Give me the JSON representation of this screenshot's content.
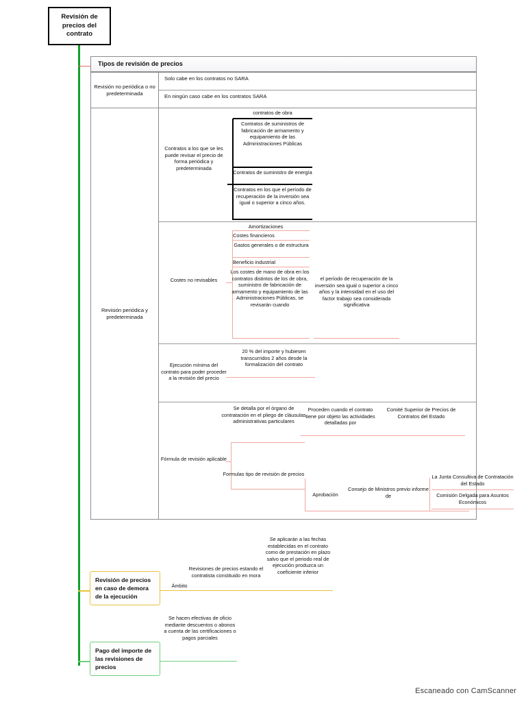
{
  "root": {
    "title": "Revisión de precios del contrato"
  },
  "table": {
    "header": "Tipos de revisión de precios",
    "rows": [
      {
        "left": "Revisión no periódica o no predeterminada",
        "items": [
          "Solo cabe en los contratos no SARA",
          "En ningún caso cabe en los contratos SARA"
        ]
      },
      {
        "left": "Revisión periódica y predeterminada",
        "blocks": [
          {
            "label": "Contratos a los que se les puede revisar el precio de forma periódica y predeterminada",
            "children": [
              "contratos de obra",
              "Contratos de suministros de fabricación de armamento y equipamiento de las Administraciones Públicas",
              "Contratos de suministro de energía",
              "Contratos en los que el período de recuperación de la inversión sea igual o superior a cinco años."
            ]
          },
          {
            "label": "Costes no revisables",
            "children": [
              "Amortizaciones",
              "Costes financieros",
              "Gastos generales o de estructura",
              "Beneficio industrial",
              "Los costes de mano de obra en los contratos distintos de los de obra, suministro de fabricación de armamento y equipamiento de las Administraciones Públicas, se revisarán cuando"
            ],
            "tail": "el período de recuperación de la inversión sea igual o superior a cinco años y la intensidad en el uso del factor trabajo sea considerada significativa"
          },
          {
            "label": "Ejecución mínima del contrato para poder proceder a la revisión del precio",
            "children": [
              "20 % del importe y hubiesen transcurridos 2 años desde la formalización del contrato"
            ]
          },
          {
            "label": "Fórmula de revisión aplicable",
            "children": [
              "Se detalla por el órgano de contratación en el pliego de cláusulas administrativas particulares",
              "Formulas tipo de revisión de precios"
            ],
            "level3": [
              "Proceden cuando el contrato tiene por objeto las actividades detalladas por",
              "Aprobación"
            ],
            "level4": [
              "Comité Superior de Precios de Contratos del Estado",
              "Consejo de Ministros previo informe de"
            ],
            "level5": [
              "La Junta Consultiva de Contratación del Estado",
              "Comisión Delgada para Asuntos Económicos"
            ]
          }
        ]
      }
    ]
  },
  "branches": [
    {
      "title": "Revisión de precios en caso de demora de la ejecución",
      "accent": "#e8c23c",
      "children": [
        "Ámbito",
        "Revisiones de precios estando el contratista constituido en mora",
        "Se aplicarán a las fechas establecidas en el contrato como de prestación en plazo salvo que el periodo real de ejecución produzca un coeficiente inferior"
      ]
    },
    {
      "title": "Pago del importe de las revisiones de precios",
      "accent": "#6fcf7e",
      "children": [
        "Se hacen efectivas de oficio mediante descuentos o abonos a cuenta de las certificaciones o pagos parciales"
      ]
    }
  ],
  "footer": {
    "text": "Escaneado con CamScanner"
  },
  "colors": {
    "trunk": "#12a02c",
    "connector_pink": "#f0a79e",
    "connector_black": "#000000",
    "accent_gold": "#e8c23c",
    "accent_green": "#6fcf7e",
    "table_border": "#8c8c8c"
  }
}
